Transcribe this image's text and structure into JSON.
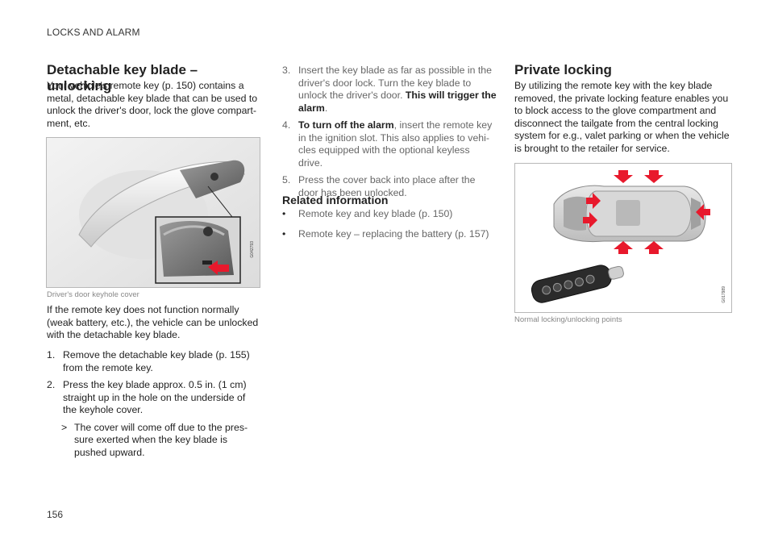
{
  "header": {
    "section": "LOCKS AND ALARM"
  },
  "page": {
    "number": "156"
  },
  "left": {
    "title": "Detachable key blade – unlocking",
    "intro": "Your vehicle's remote key (p. 150) contains a metal, detachable key blade that can be used to unlock the driver's door, lock the glove compart-ment, etc.",
    "figure": {
      "caption": "Driver's door keyhole cover",
      "code": "G042793"
    },
    "body": "If the remote key does not function normally (weak battery, etc.), the vehicle can be unlocked with the detachable key blade.",
    "steps": [
      {
        "num": "1.",
        "text": "Remove the detachable key blade (p. 155) from the remote key."
      },
      {
        "num": "2.",
        "text": "Press the key blade approx. 0.5 in. (1 cm) straight up in the hole on the underside of the keyhole cover."
      }
    ],
    "result": {
      "marker": ">",
      "text": "The cover will come off due to the pres-sure exerted when the key blade is pushed upward."
    }
  },
  "middle": {
    "step3": {
      "num": "3.",
      "text": "Insert the key blade as far as possible in the driver's door lock. Turn the key blade to unlock the driver's door. ",
      "bold": "This will trigger the alarm",
      "tail": "."
    },
    "step4": {
      "num": "4.",
      "bold": "To turn off the alarm",
      "text": ", insert the remote key in the ignition slot. This also applies to vehi-cles equipped with the optional keyless drive."
    },
    "step5": {
      "num": "5.",
      "text": "Press the cover back into place after the door has been unlocked."
    },
    "related_title": "Related information",
    "related": [
      {
        "bullet": "•",
        "text": "Remote key and key blade (p. 150)"
      },
      {
        "bullet": "•",
        "text": "Remote key – replacing the battery (p. 157)"
      }
    ]
  },
  "right": {
    "title": "Private locking",
    "body": "By utilizing the remote key with the key blade removed, the private locking feature enables you to block access to the glove compartment and disconnect the tailgate from the central locking system for e.g., valet parking or when the vehicle is brought to the retailer for service.",
    "figure": {
      "caption": "Normal locking/unlocking points",
      "code": "G017989"
    }
  },
  "colors": {
    "arrow_red": "#e8192c",
    "text": "#222222",
    "light_text": "#666666"
  }
}
